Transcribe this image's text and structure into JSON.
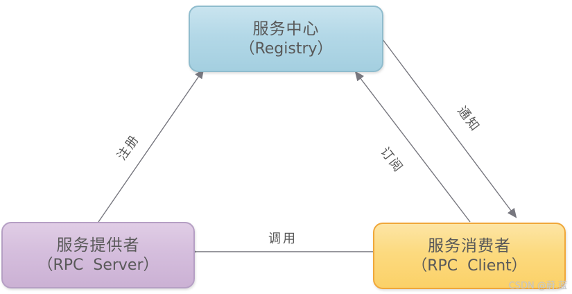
{
  "diagram": {
    "nodes": {
      "registry": {
        "title": "服务中心",
        "subtitle": "（Registry）",
        "fill_top": "#c9e4ef",
        "fill_bottom": "#a4cfe0",
        "border": "#8fbccd"
      },
      "server": {
        "title": "服务提供者",
        "subtitle": "（RPC  Server）",
        "fill_top": "#e0cde5",
        "fill_bottom": "#cbb1d4",
        "border": "#b59fc4"
      },
      "client": {
        "title": "服务消费者",
        "subtitle": "（RPC  Client）",
        "fill_top": "#fde5a5",
        "fill_bottom": "#fbd168",
        "border": "#f0a73a"
      }
    },
    "edges": {
      "register": {
        "label": "注册",
        "from": "server",
        "to": "registry"
      },
      "subscribe": {
        "label": "订阅",
        "from": "client",
        "to": "registry"
      },
      "notify": {
        "label": "通知",
        "from": "registry",
        "to": "client"
      },
      "invoke": {
        "label": "调用",
        "from": "client",
        "to": "server"
      }
    },
    "line_color": "#77777f",
    "text_color": "#595959"
  },
  "watermark": "CSDN @蔚.蓝"
}
